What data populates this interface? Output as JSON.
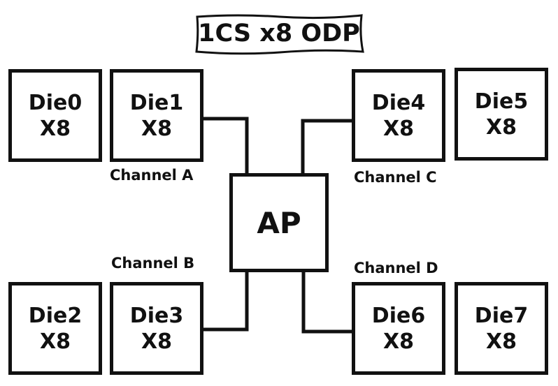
{
  "title": "1CS x8 ODP",
  "processor": {
    "label": "AP"
  },
  "dies": [
    {
      "name": "Die0",
      "width": "X8"
    },
    {
      "name": "Die1",
      "width": "X8"
    },
    {
      "name": "Die2",
      "width": "X8"
    },
    {
      "name": "Die3",
      "width": "X8"
    },
    {
      "name": "Die4",
      "width": "X8"
    },
    {
      "name": "Die5",
      "width": "X8"
    },
    {
      "name": "Die6",
      "width": "X8"
    },
    {
      "name": "Die7",
      "width": "X8"
    }
  ],
  "channels": [
    {
      "label": "Channel A"
    },
    {
      "label": "Channel B"
    },
    {
      "label": "Channel C"
    },
    {
      "label": "Channel D"
    }
  ]
}
